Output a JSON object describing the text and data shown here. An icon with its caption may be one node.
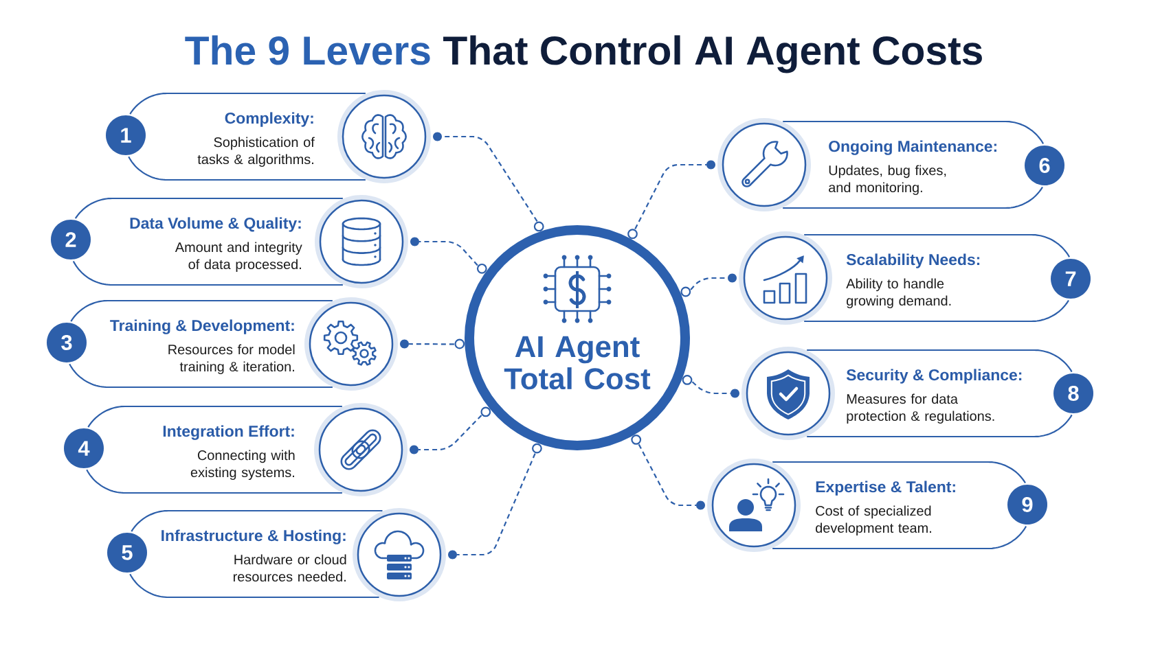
{
  "diagram": {
    "title": "The 9 Levers That Control AI Agent Costs",
    "nodes": [
      {
        "text": [
          "AI Agent Total Cost"
        ]
      },
      {
        "text": [
          "Complexity:",
          "Sophistication of tasks & algorithms."
        ]
      },
      {
        "text": [
          "1"
        ]
      },
      {
        "text": [],
        "shape": "circle"
      },
      {
        "text": [
          "Data Volume & Quality:",
          "Amount and integrity of data processed."
        ]
      },
      {
        "text": [
          "2"
        ]
      },
      {
        "text": [],
        "shape": "circle"
      },
      {
        "text": [
          "Training & Development:",
          "Resources for model training & iteration."
        ]
      },
      {
        "text": [
          "3"
        ]
      },
      {
        "text": [],
        "shape": "circle"
      },
      {
        "text": [
          "Integration Effort:",
          "Connecting with existing systems."
        ]
      },
      {
        "text": [
          "4"
        ]
      },
      {
        "text": [],
        "shape": "circle"
      },
      {
        "text": [
          "Infrastructure & Hosting:",
          "Hardware or cloud resources needed."
        ]
      },
      {
        "text": [
          "5"
        ]
      },
      {
        "text": [],
        "shape": "circle"
      },
      {
        "text": [
          "Ongoing Maintenance:",
          "Updates, bug fixes, and monitoring."
        ]
      },
      {
        "text": [
          "6"
        ]
      },
      {
        "text": [],
        "shape": "circle"
      },
      {
        "text": [
          "Scalability Needs:",
          "Ability to handle growing demand."
        ]
      },
      {
        "text": [
          "7"
        ]
      },
      {
        "text": [],
        "shape": "circle"
      },
      {
        "text": [
          "Security & Compliance:",
          "Measures for data protection & regulations."
        ]
      },
      {
        "text": [
          "8"
        ]
      },
      {
        "text": [],
        "shape": "circle"
      },
      {
        "text": [
          "Expertise & Talent:",
          "Cost of specialized development team."
        ]
      },
      {
        "text": [
          "9"
        ]
      },
      {
        "text": [],
        "shape": "circle"
      }
    ],
    "edges": [
      {
        "from": 0,
        "to": 3,
        "arrow": "none",
        "style": "dashed"
      },
      {
        "from": 0,
        "to": 6,
        "arrow": "none",
        "style": "dashed"
      },
      {
        "from": 0,
        "to": 9,
        "arrow": "none",
        "style": "dashed"
      },
      {
        "from": 0,
        "to": 12,
        "arrow": "none",
        "style": "dashed"
      },
      {
        "from": 0,
        "to": 15,
        "arrow": "none",
        "style": "dashed"
      },
      {
        "from": 0,
        "to": 18,
        "arrow": "none",
        "style": "dashed"
      },
      {
        "from": 0,
        "to": 21,
        "arrow": "none",
        "style": "dashed"
      },
      {
        "from": 0,
        "to": 24,
        "arrow": "none",
        "style": "dashed"
      },
      {
        "from": 0,
        "to": 27,
        "arrow": "none",
        "style": "dashed"
      }
    ]
  }
}
